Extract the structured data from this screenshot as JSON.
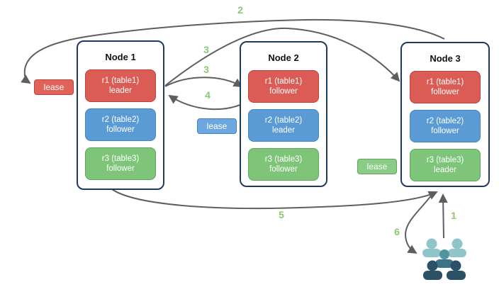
{
  "diagram": {
    "nodes": [
      {
        "title": "Node 1",
        "replicas": [
          {
            "label": "r1 (table1)",
            "role": "leader",
            "color": "red"
          },
          {
            "label": "r2 (table2)",
            "role": "follower",
            "color": "blue"
          },
          {
            "label": "r3 (table3)",
            "role": "follower",
            "color": "green"
          }
        ]
      },
      {
        "title": "Node 2",
        "replicas": [
          {
            "label": "r1 (table1)",
            "role": "follower",
            "color": "red"
          },
          {
            "label": "r2 (table2)",
            "role": "leader",
            "color": "blue"
          },
          {
            "label": "r3 (table3)",
            "role": "follower",
            "color": "green"
          }
        ]
      },
      {
        "title": "Node 3",
        "replicas": [
          {
            "label": "r1 (table1)",
            "role": "follower",
            "color": "red"
          },
          {
            "label": "r2 (table2)",
            "role": "follower",
            "color": "blue"
          },
          {
            "label": "r3 (table3)",
            "role": "leader",
            "color": "green"
          }
        ]
      }
    ],
    "leases": [
      {
        "label": "lease",
        "color": "red"
      },
      {
        "label": "lease",
        "color": "blue"
      },
      {
        "label": "lease",
        "color": "green"
      }
    ],
    "steps": [
      "2",
      "3",
      "3",
      "4",
      "5",
      "1",
      "6"
    ],
    "icons": [
      {
        "name": "users-group-icon",
        "colors": [
          "#8FC5C9",
          "#4E96A0",
          "#3C7389",
          "#2B5166"
        ]
      }
    ],
    "colors": {
      "red_fill": "#DB5B55",
      "red_border": "#BB443E",
      "blue_fill": "#5B9BD5",
      "blue_border": "#4585C2",
      "green_fill": "#7EC57A",
      "green_border": "#5FA65D",
      "node_border": "#1F3960",
      "arrow": "#5E5E5E",
      "step_label": "#8DC673"
    }
  }
}
